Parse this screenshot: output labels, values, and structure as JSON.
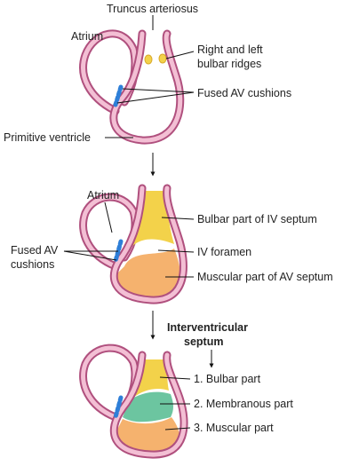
{
  "panel1": {
    "truncus": "Truncus arteriosus",
    "atrium": "Atrium",
    "ridges_line1": "Right and left",
    "ridges_line2": "bulbar ridges",
    "fused": "Fused AV cushions",
    "ventricle": "Primitive ventricle"
  },
  "panel2": {
    "atrium": "Atrium",
    "fused_line1": "Fused AV",
    "fused_line2": "cushions",
    "bulbar": "Bulbar part of IV septum",
    "foramen": "IV foramen",
    "muscular": "Muscular part of AV septum"
  },
  "panel3": {
    "heading_line1": "Interventricular",
    "heading_line2": "septum",
    "item1": "1. Bulbar part",
    "item2": "2. Membranous part",
    "item3": "3. Muscular part"
  },
  "colors": {
    "wall_outer": "#b0507e",
    "wall_inner": "#f3bfd4",
    "cushion": "#2e7fd8",
    "bulbar": "#f3d24a",
    "muscular": "#f5b26e",
    "membranous": "#6cc5a0"
  }
}
